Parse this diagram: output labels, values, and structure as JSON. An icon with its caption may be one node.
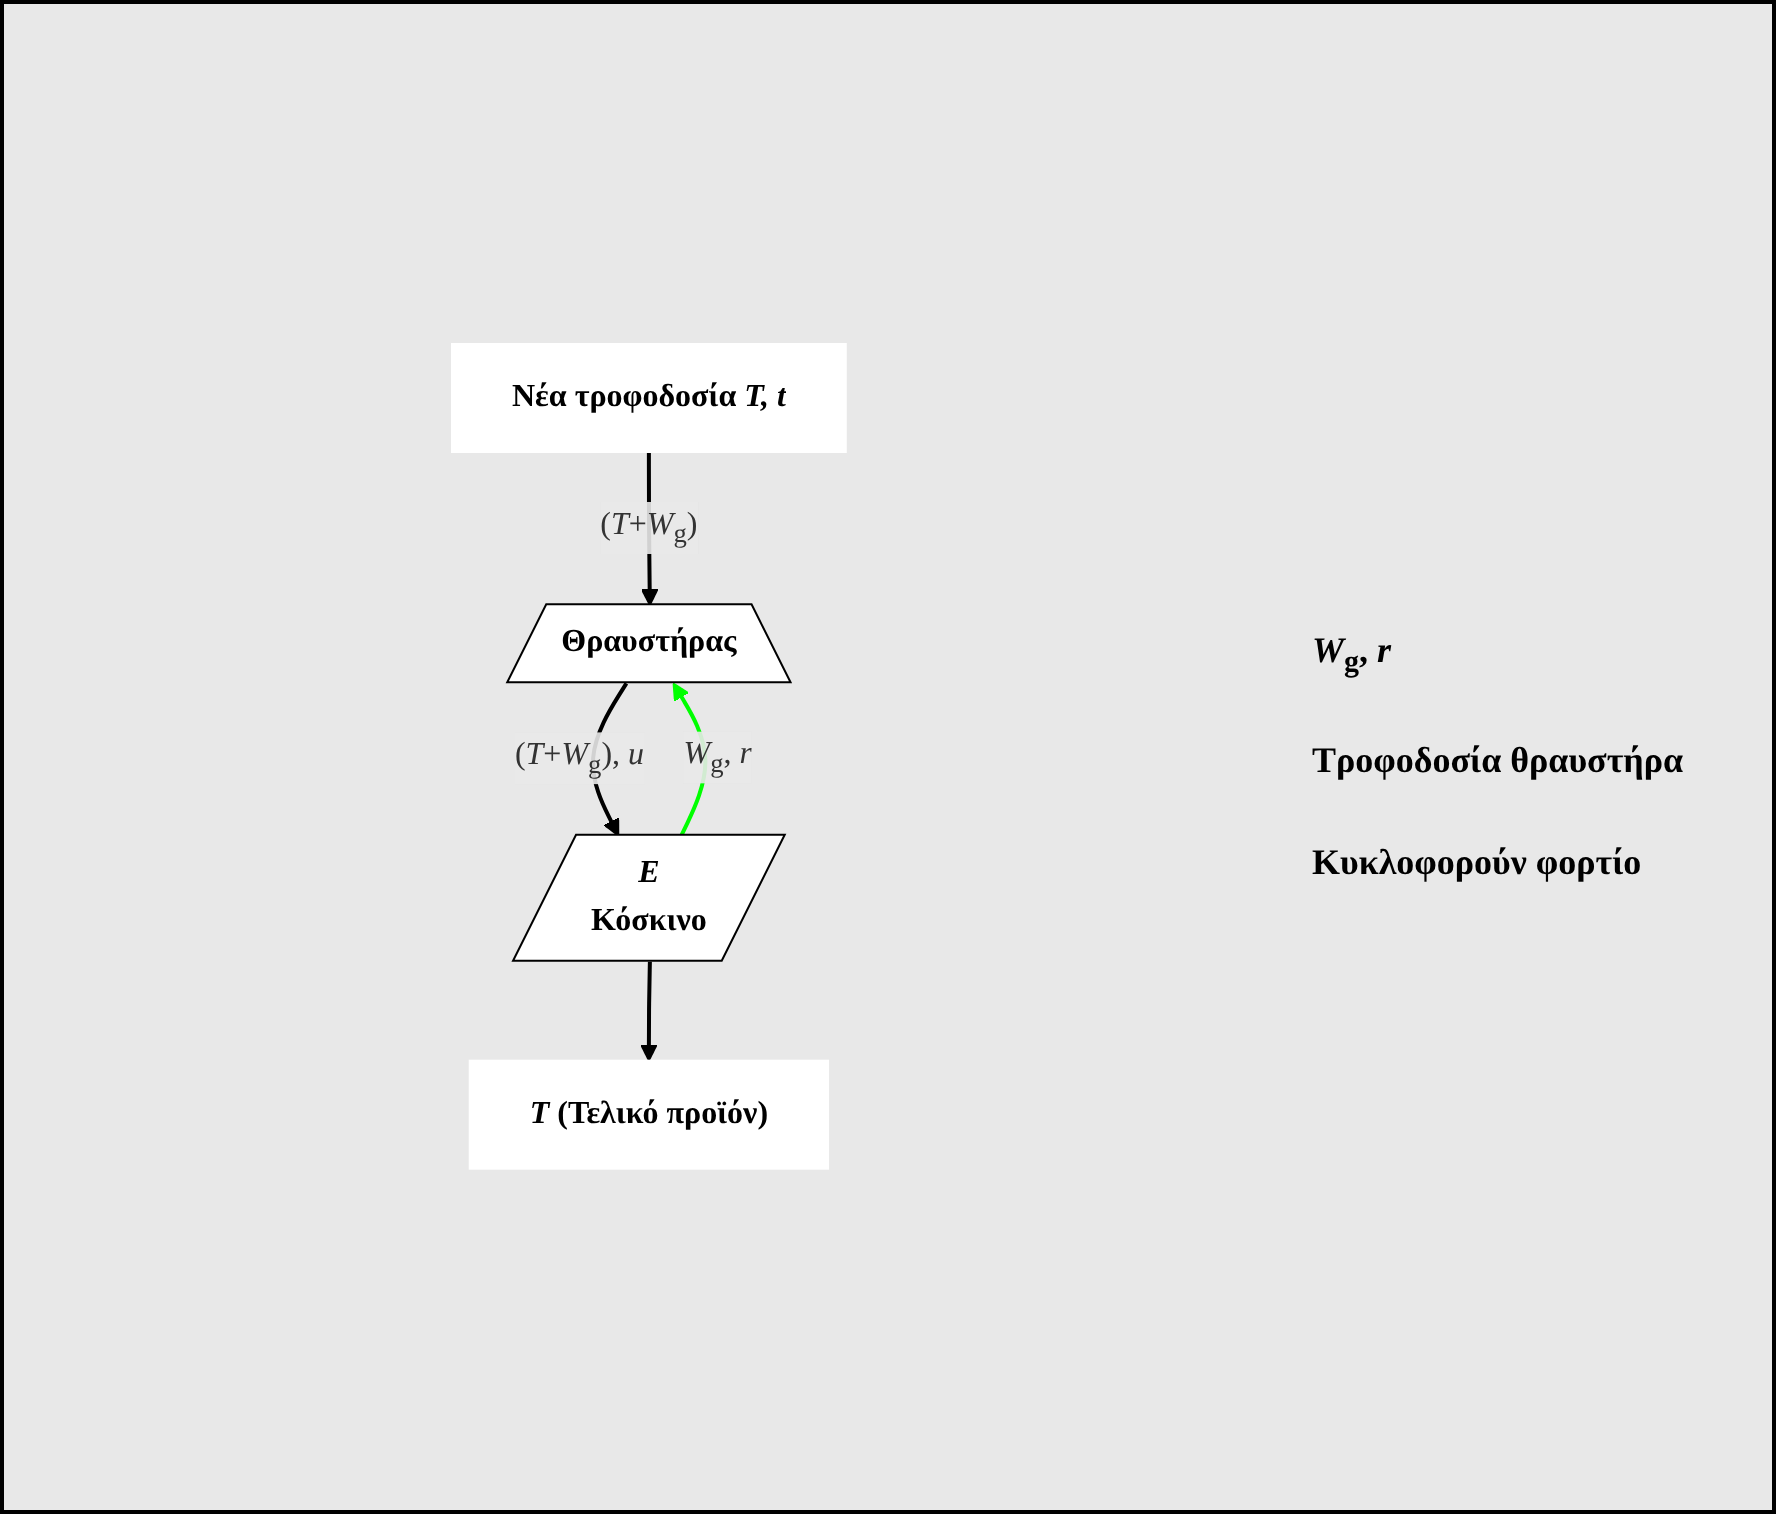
{
  "diagram": {
    "nodes": [
      {
        "text": [
          "Νέα τροφοδοσία *T, t*"
        ]
      },
      {
        "text": [
          "Θραυστήρας"
        ]
      },
      {
        "text": [
          "*E*",
          "Κόσκινο"
        ]
      },
      {
        "text": [
          "*T* (Τελικό προϊόν)"
        ]
      }
    ],
    "edges": [
      {
        "from": 0,
        "to": 1,
        "arrow": "to",
        "label": "(*T*+*W*$_{g}$)"
      },
      {
        "from": 1,
        "to": 2,
        "arrow": "to",
        "label": "(*T*+*W*$_{g}$), *u*"
      },
      {
        "from": 2,
        "to": 3,
        "arrow": "to"
      },
      {
        "from": 2,
        "to": 1,
        "arrow": "to",
        "label": "*W*$_{g}$, *r*",
        "color": "#00ff00"
      }
    ],
    "labels": [
      "*W*$_{g}$, *r*",
      "Τροφοδοσία θραυστήρα",
      "Κυκλοφορούν φορτίο"
    ]
  }
}
